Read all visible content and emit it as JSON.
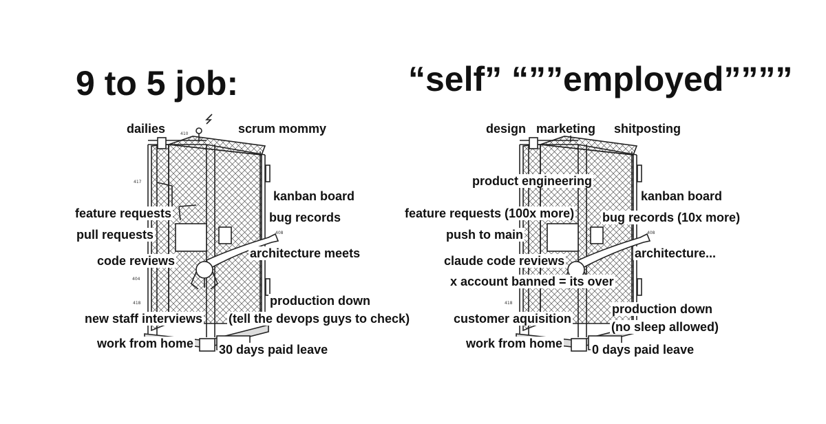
{
  "left": {
    "title": "9 to 5 job:",
    "labels": {
      "dailies": "dailies",
      "scrum": "scrum mommy",
      "kanban": "kanban board",
      "feature": "feature requests",
      "bug": "bug records",
      "pull": "pull requests",
      "code_reviews": "code reviews",
      "architecture": "architecture meets",
      "production": "production down",
      "production_sub": "(tell the devops guys to check)",
      "interviews": "new staff interviews",
      "wfh": "work from home",
      "leave": "30 days paid leave"
    }
  },
  "right": {
    "title": "“self” “””employed””””",
    "labels": {
      "design": "design",
      "marketing": "marketing",
      "shitposting": "shitposting",
      "product": "product engineering",
      "kanban": "kanban board",
      "feature": "feature requests (100x more)",
      "bug": "bug records (10x more)",
      "push": "push to main",
      "code_reviews": "claude code reviews",
      "architecture": "architecture...",
      "banned": "x account banned = its over",
      "production": "production down",
      "production_sub": "(no sleep allowed)",
      "acquisition": "customer aquisition",
      "wfh": "work from home",
      "leave": "0 days paid leave"
    }
  },
  "patent_numbers": {
    "n410": "410",
    "n417": "417",
    "n408": "408",
    "n404": "404",
    "n418": "418"
  }
}
